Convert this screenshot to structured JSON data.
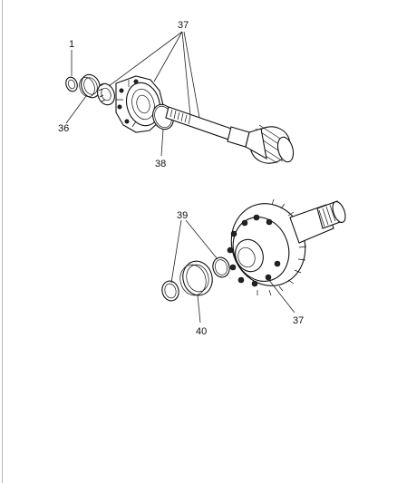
{
  "diagram": {
    "callouts": [
      {
        "id": "c37a",
        "text": "37"
      },
      {
        "id": "c1",
        "text": "1"
      },
      {
        "id": "c36",
        "text": "36"
      },
      {
        "id": "c38",
        "text": "38"
      },
      {
        "id": "c39",
        "text": "39"
      },
      {
        "id": "c37b",
        "text": "37"
      },
      {
        "id": "c40",
        "text": "40"
      }
    ]
  }
}
